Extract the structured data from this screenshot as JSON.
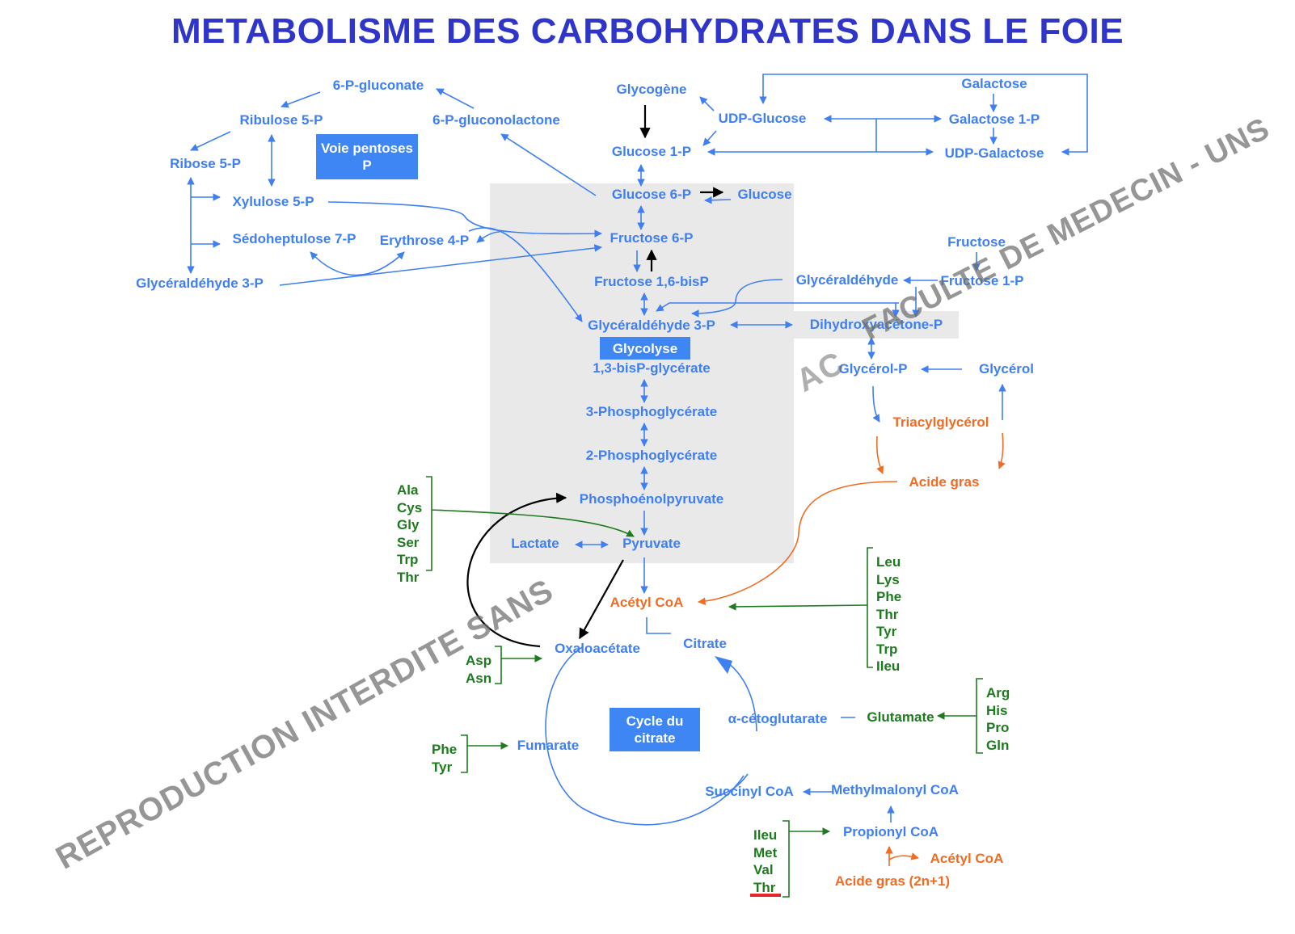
{
  "title": "METABOLISME DES CARBOHYDRATES DANS LE FOIE",
  "colors": {
    "title": "#2f35c9",
    "blue": "#3f7ff2",
    "box": "#3d86f4",
    "green": "#1e7a1e",
    "orange": "#f26b22",
    "black": "#000000",
    "shade": "#e9e9e9",
    "underline": "#e8252a"
  },
  "boxes": {
    "voie_pentoses": "Voie pentoses P",
    "glycolyse": "Glycolyse",
    "cycle_citrate": "Cycle du citrate"
  },
  "pentose": {
    "gluconate": "6-P-gluconate",
    "ribulose": "Ribulose 5-P",
    "gluconolactone": "6-P-gluconolactone",
    "ribose": "Ribose 5-P",
    "xylulose": "Xylulose 5-P",
    "sedoheptulose": "Sédoheptulose 7-P",
    "erythrose": "Erythrose 4-P",
    "glyceraldehyde3p": "Glycéraldéhyde 3-P"
  },
  "glycogen": {
    "glycogene": "Glycogène",
    "udp_glucose": "UDP-Glucose",
    "galactose": "Galactose",
    "galactose1p": "Galactose 1-P",
    "glucose1p": "Glucose 1-P",
    "udp_galactose": "UDP-Galactose"
  },
  "glycolysis": {
    "glucose6p": "Glucose 6-P",
    "glucose": "Glucose",
    "fructose6p": "Fructose 6-P",
    "fructose16": "Fructose 1,6-bisP",
    "gly3p": "Glycéraldéhyde 3-P",
    "bpg": "1,3-bisP-glycérate",
    "pg3": "3-Phosphoglycérate",
    "pg2": "2-Phosphoglycérate",
    "pep": "Phosphoénolpyruvate",
    "lactate": "Lactate",
    "pyruvate": "Pyruvate"
  },
  "fructose_branch": {
    "fructose": "Fructose",
    "glyceraldehyde": "Glycéraldéhyde",
    "fructose1p": "Fructose 1-P",
    "dhap": "Dihydroxyacétone-P",
    "glycerolp": "Glycérol-P",
    "glycerol": "Glycérol"
  },
  "lipids": {
    "triacylglycerol": "Triacylglycérol",
    "acide_gras": "Acide gras",
    "acetyl_coa": "Acétyl CoA",
    "acetyl_coa2": "Acétyl CoA",
    "acide_gras_odd": "Acide gras (2n+1)"
  },
  "tca": {
    "oxaloacetate": "Oxaloacétate",
    "citrate": "Citrate",
    "akg": "α-cétoglutarate",
    "glutamate": "Glutamate",
    "fumarate": "Fumarate",
    "succinyl": "Succinyl CoA",
    "methylmalonyl": "Methylmalonyl CoA",
    "propionyl": "Propionyl CoA"
  },
  "amino_groups": {
    "to_pyruvate": [
      "Ala",
      "Cys",
      "Gly",
      "Ser",
      "Trp",
      "Thr"
    ],
    "to_acetylcoa": [
      "Leu",
      "Lys",
      "Phe",
      "Thr",
      "Tyr",
      "Trp",
      "Ileu"
    ],
    "to_oxaloacetate": [
      "Asp",
      "Asn"
    ],
    "to_glutamate": [
      "Arg",
      "His",
      "Pro",
      "Gln"
    ],
    "to_fumarate": [
      "Phe",
      "Tyr"
    ],
    "to_propionyl": [
      "Ileu",
      "Met",
      "Val",
      "Thr"
    ]
  },
  "watermark": {
    "left": "REPRODUCTION INTERDITE SANS",
    "mid": "ACCORD",
    "right": "FACULTE DE MEDECIN - UNS"
  }
}
